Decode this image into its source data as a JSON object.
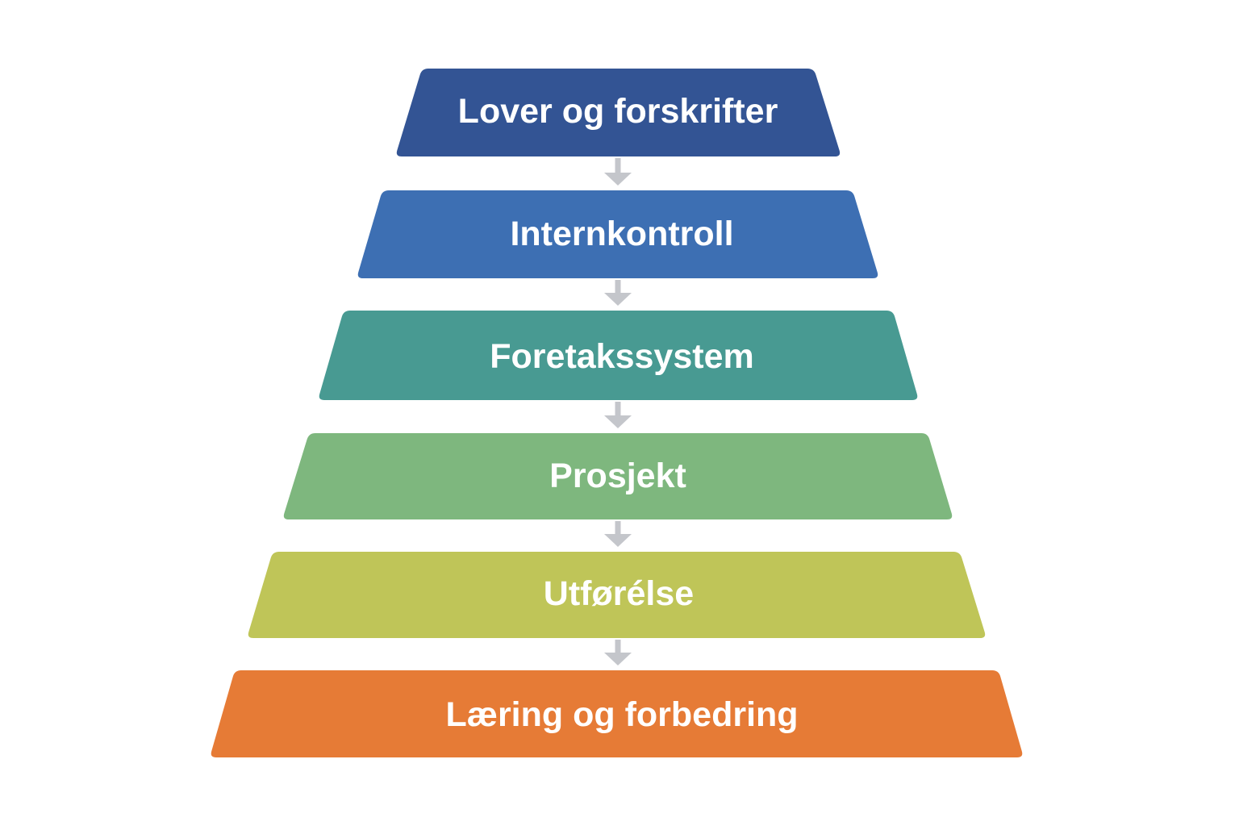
{
  "diagram": {
    "type": "pyramid-flow",
    "levels": [
      {
        "label": "Lover og forskrifter",
        "color": "#335494"
      },
      {
        "label": "Internkontroll",
        "color": "#3d6fb3"
      },
      {
        "label": "Foretakssystem",
        "color": "#489a92"
      },
      {
        "label": "Prosjekt",
        "color": "#7eb77e"
      },
      {
        "label": "Utførélse",
        "color": "#bfc558"
      },
      {
        "label": "Læring og forbedring",
        "color": "#e67b36"
      }
    ],
    "arrow_color": "#c4c6cb",
    "arrow_icon": "down-arrow-icon"
  }
}
